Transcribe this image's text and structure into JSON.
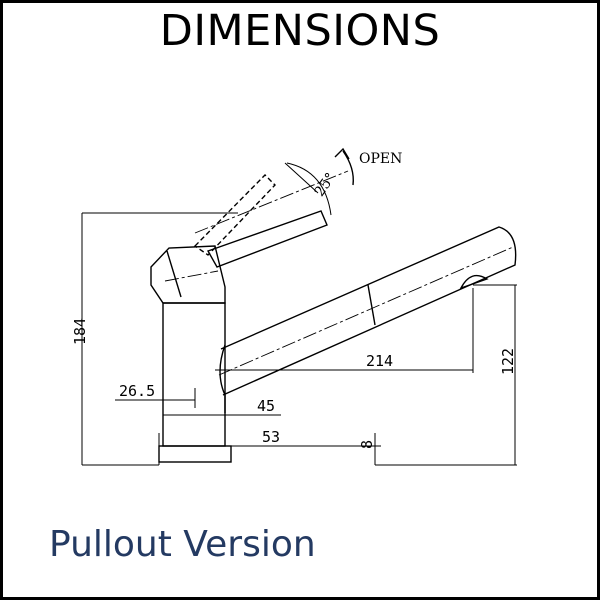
{
  "title": "DIMENSIONS",
  "subtitle": "Pullout Version",
  "drawing": {
    "open_label": "OPEN",
    "angle_label": "25°",
    "dimensions": {
      "overall_height": "184",
      "spout_reach": "214",
      "spout_height": "122",
      "offset_a": "26.5",
      "body_width": "45",
      "base_width": "53",
      "base_height": "8"
    }
  }
}
